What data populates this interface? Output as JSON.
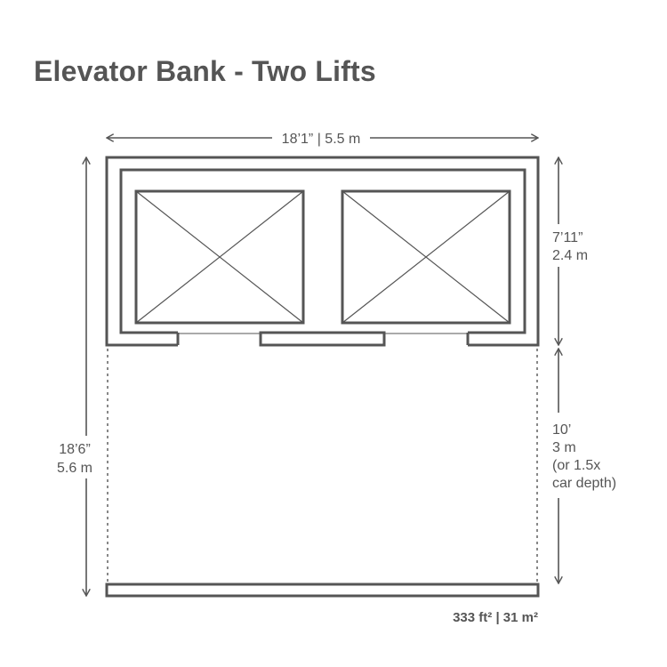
{
  "title": "Elevator Bank - Two Lifts",
  "dimensions": {
    "overall_width": "18’1” | 5.5 m",
    "overall_depth": {
      "imperial": "18’6”",
      "metric": "5.6 m"
    },
    "shaft_depth": {
      "imperial": "7’11”",
      "metric": "2.4 m"
    },
    "lobby_depth": {
      "imperial": "10’",
      "metric": "3 m",
      "note_line1": "(or 1.5x",
      "note_line2": "car depth)"
    }
  },
  "area": "333 ft² | 31 m²",
  "colors": {
    "line": "#555555",
    "wall_fill": "#ffffff",
    "text": "#555555"
  }
}
